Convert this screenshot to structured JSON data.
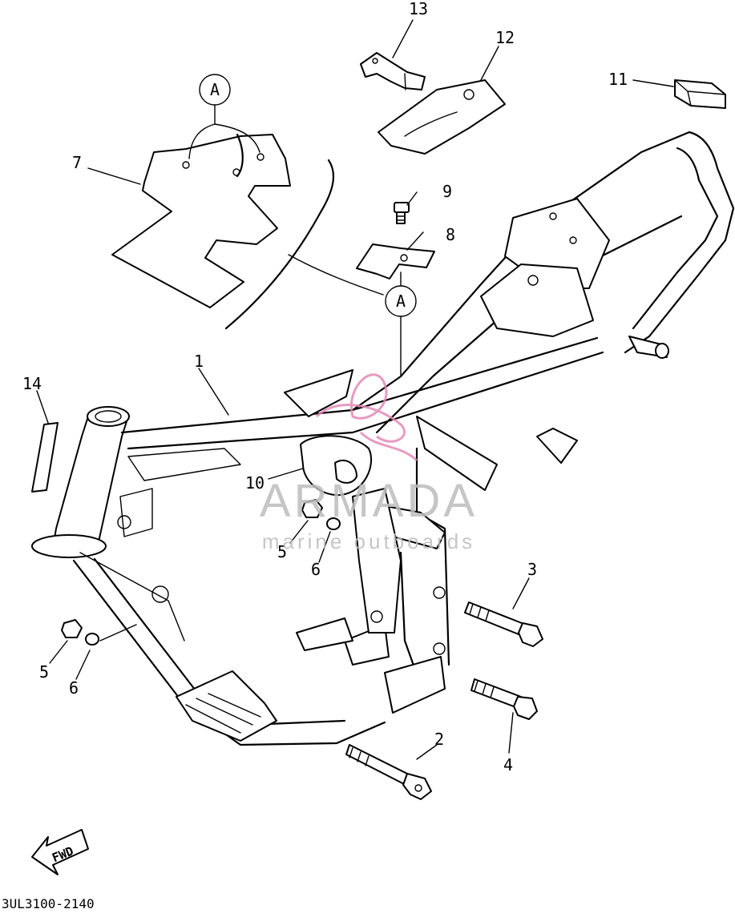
{
  "callouts": {
    "c1": "1",
    "c2": "2",
    "c3": "3",
    "c4": "4",
    "c5a": "5",
    "c5b": "5",
    "c6a": "6",
    "c6b": "6",
    "c7": "7",
    "c8": "8",
    "c9": "9",
    "c10": "10",
    "c11": "11",
    "c12": "12",
    "c13": "13",
    "c14": "14",
    "detail_a_top": "A",
    "detail_a_mid": "A"
  },
  "fwd_label": "FWD",
  "drawing_code": "3UL3100-2140",
  "watermark": {
    "brand": "ARMADA",
    "tagline": "marine outboards",
    "color": "#bdbdbd",
    "accent": "#e58ab8"
  }
}
